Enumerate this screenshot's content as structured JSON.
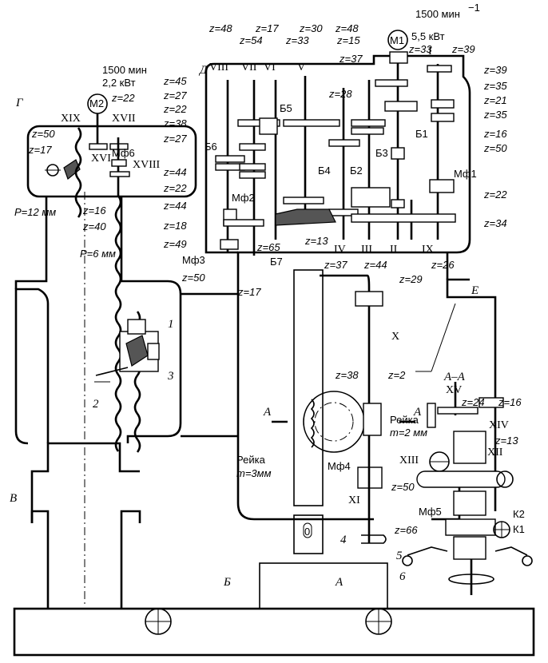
{
  "top_labels": {
    "motor1_speed": "1500 мин",
    "motor1_speed_exp": "−1",
    "motor1_power": "5,5 кВт",
    "motor1": "M1",
    "motor2_speed": "1500 мин",
    "motor2_power": "2,2 кВт",
    "motor2": "M2"
  },
  "letters": {
    "G": "Г",
    "D": "Д",
    "V": "В",
    "B": "Б",
    "A": "А",
    "E": "Е"
  },
  "shafts": {
    "s1": "I",
    "s2": "II",
    "s3": "III",
    "s4": "IV",
    "s5": "V",
    "s6": "VI",
    "s7": "VII",
    "s8": "VIII",
    "s9": "IX",
    "s10": "X",
    "s11": "XI",
    "s12": "XII",
    "s13": "XIII",
    "s14": "XIV",
    "s15": "XV",
    "s16": "XVI",
    "s17": "XVII",
    "s18": "XVIII",
    "s19": "XIX"
  },
  "blocks": {
    "b1": "Б1",
    "b2": "Б2",
    "b3": "Б3",
    "b4": "Б4",
    "b5": "Б5",
    "b6": "Б6",
    "b7": "Б7"
  },
  "clutches": {
    "mf1": "Мф1",
    "mf2": "Мф2",
    "mf3": "Мф3",
    "mf4": "Мф4",
    "mf5": "Мф5",
    "mf6": "Мф6"
  },
  "gears": {
    "g48a": "z=48",
    "g54": "z=54",
    "g17a": "z=17",
    "g33a": "z=33",
    "g30": "z=30",
    "g48b": "z=48",
    "g15": "z=15",
    "g33b": "z=33",
    "g39a": "z=39",
    "g37a": "z=37",
    "g28": "z=28",
    "g45": "z=45",
    "g27a": "z=27",
    "g22a": "z=22",
    "g38a": "z=38",
    "g27b": "z=27",
    "g44a": "z=44",
    "g22b": "z=22",
    "g44b": "z=44",
    "g18": "z=18",
    "g49": "z=49",
    "g50a": "z=50",
    "g17b": "z=17",
    "g65": "z=65",
    "g13a": "z=13",
    "g37b": "z=37",
    "g44c": "z=44",
    "g29": "z=29",
    "g26": "z=26",
    "g34": "z=34",
    "g22c": "z=22",
    "g50b": "z=50",
    "g16a": "z=16",
    "g21": "z=21",
    "g35a": "z=35",
    "g35b": "z=35",
    "g39b": "z=39",
    "g22d": "z=22",
    "g50c": "z=50",
    "g17c": "z=17",
    "g16b": "z=16",
    "g40": "z=40",
    "g38b": "z=38",
    "g2": "z=2",
    "g24": "z=24",
    "g16c": "z=16",
    "g13b": "z=13",
    "g50d": "z=50",
    "g66": "z=66"
  },
  "pitches": {
    "p12": "P=12 мм",
    "p6": "P=6 мм"
  },
  "racks": {
    "rack1": "Рейка",
    "rack1_m": "m=3мм",
    "rack2": "Рейка",
    "rack2_m": "m=2 мм"
  },
  "section": {
    "aa": "А–А",
    "a_left": "А",
    "a_right": "А"
  },
  "numbers": {
    "n1": "1",
    "n2": "2",
    "n3": "3",
    "n4": "4",
    "n5": "5",
    "n6": "6"
  },
  "keys": {
    "k1": "К1",
    "k2": "К2"
  },
  "misc": {
    "zero": "0"
  }
}
